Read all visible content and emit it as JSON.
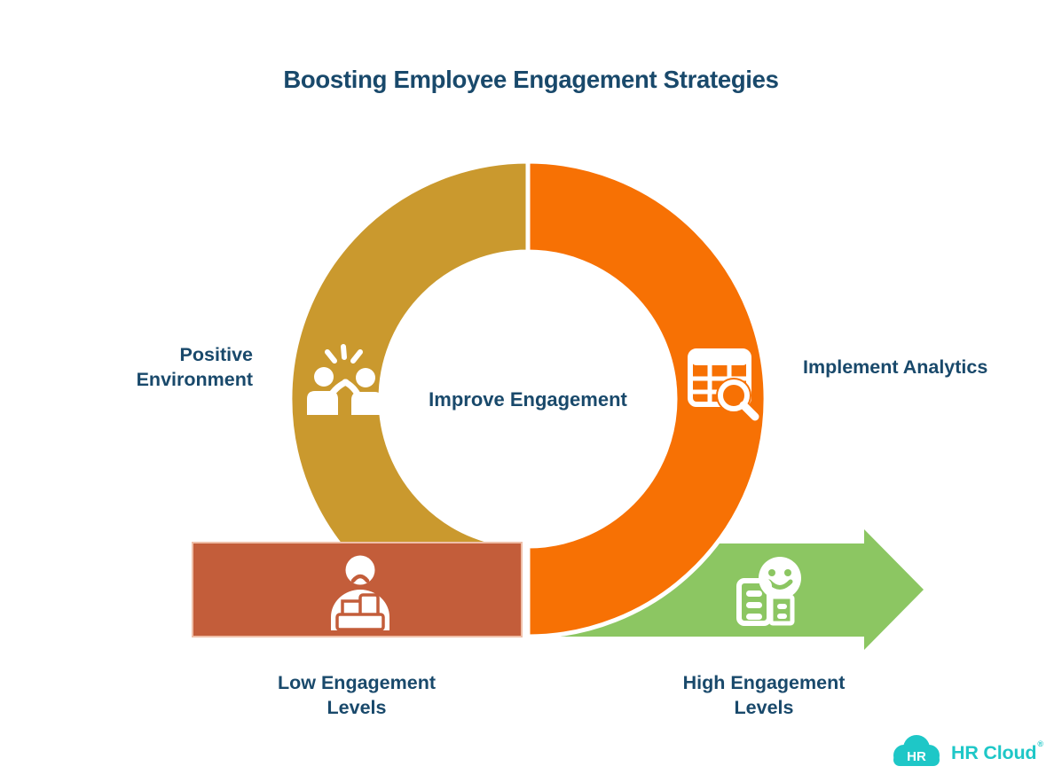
{
  "title": "Boosting Employee Engagement Strategies",
  "diagram": {
    "center_label": "Improve Engagement",
    "segments": {
      "positive": {
        "label_line1": "Positive",
        "label_line2": "Environment",
        "icon": "high-five-icon"
      },
      "analytics": {
        "label": "Implement Analytics",
        "icon": "table-search-icon"
      }
    },
    "stages": {
      "low": {
        "label_line1": "Low Engagement",
        "label_line2": "Levels",
        "icon": "sad-employee-icon"
      },
      "high": {
        "label_line1": "High Engagement",
        "label_line2": "Levels",
        "icon": "happy-office-icon"
      }
    }
  },
  "logo": {
    "badge": "HR",
    "name": "HR Cloud",
    "registered": "®",
    "icon": "hr-cloud-logo"
  },
  "colors": {
    "gold": "#CA992E",
    "orange": "#F77104",
    "sienna": "#C35D3A",
    "sienna_border": "#EFBFA8",
    "green": "#8CC662",
    "navy": "#19496B",
    "teal": "#1EC7C7",
    "white": "#FFFFFF"
  }
}
